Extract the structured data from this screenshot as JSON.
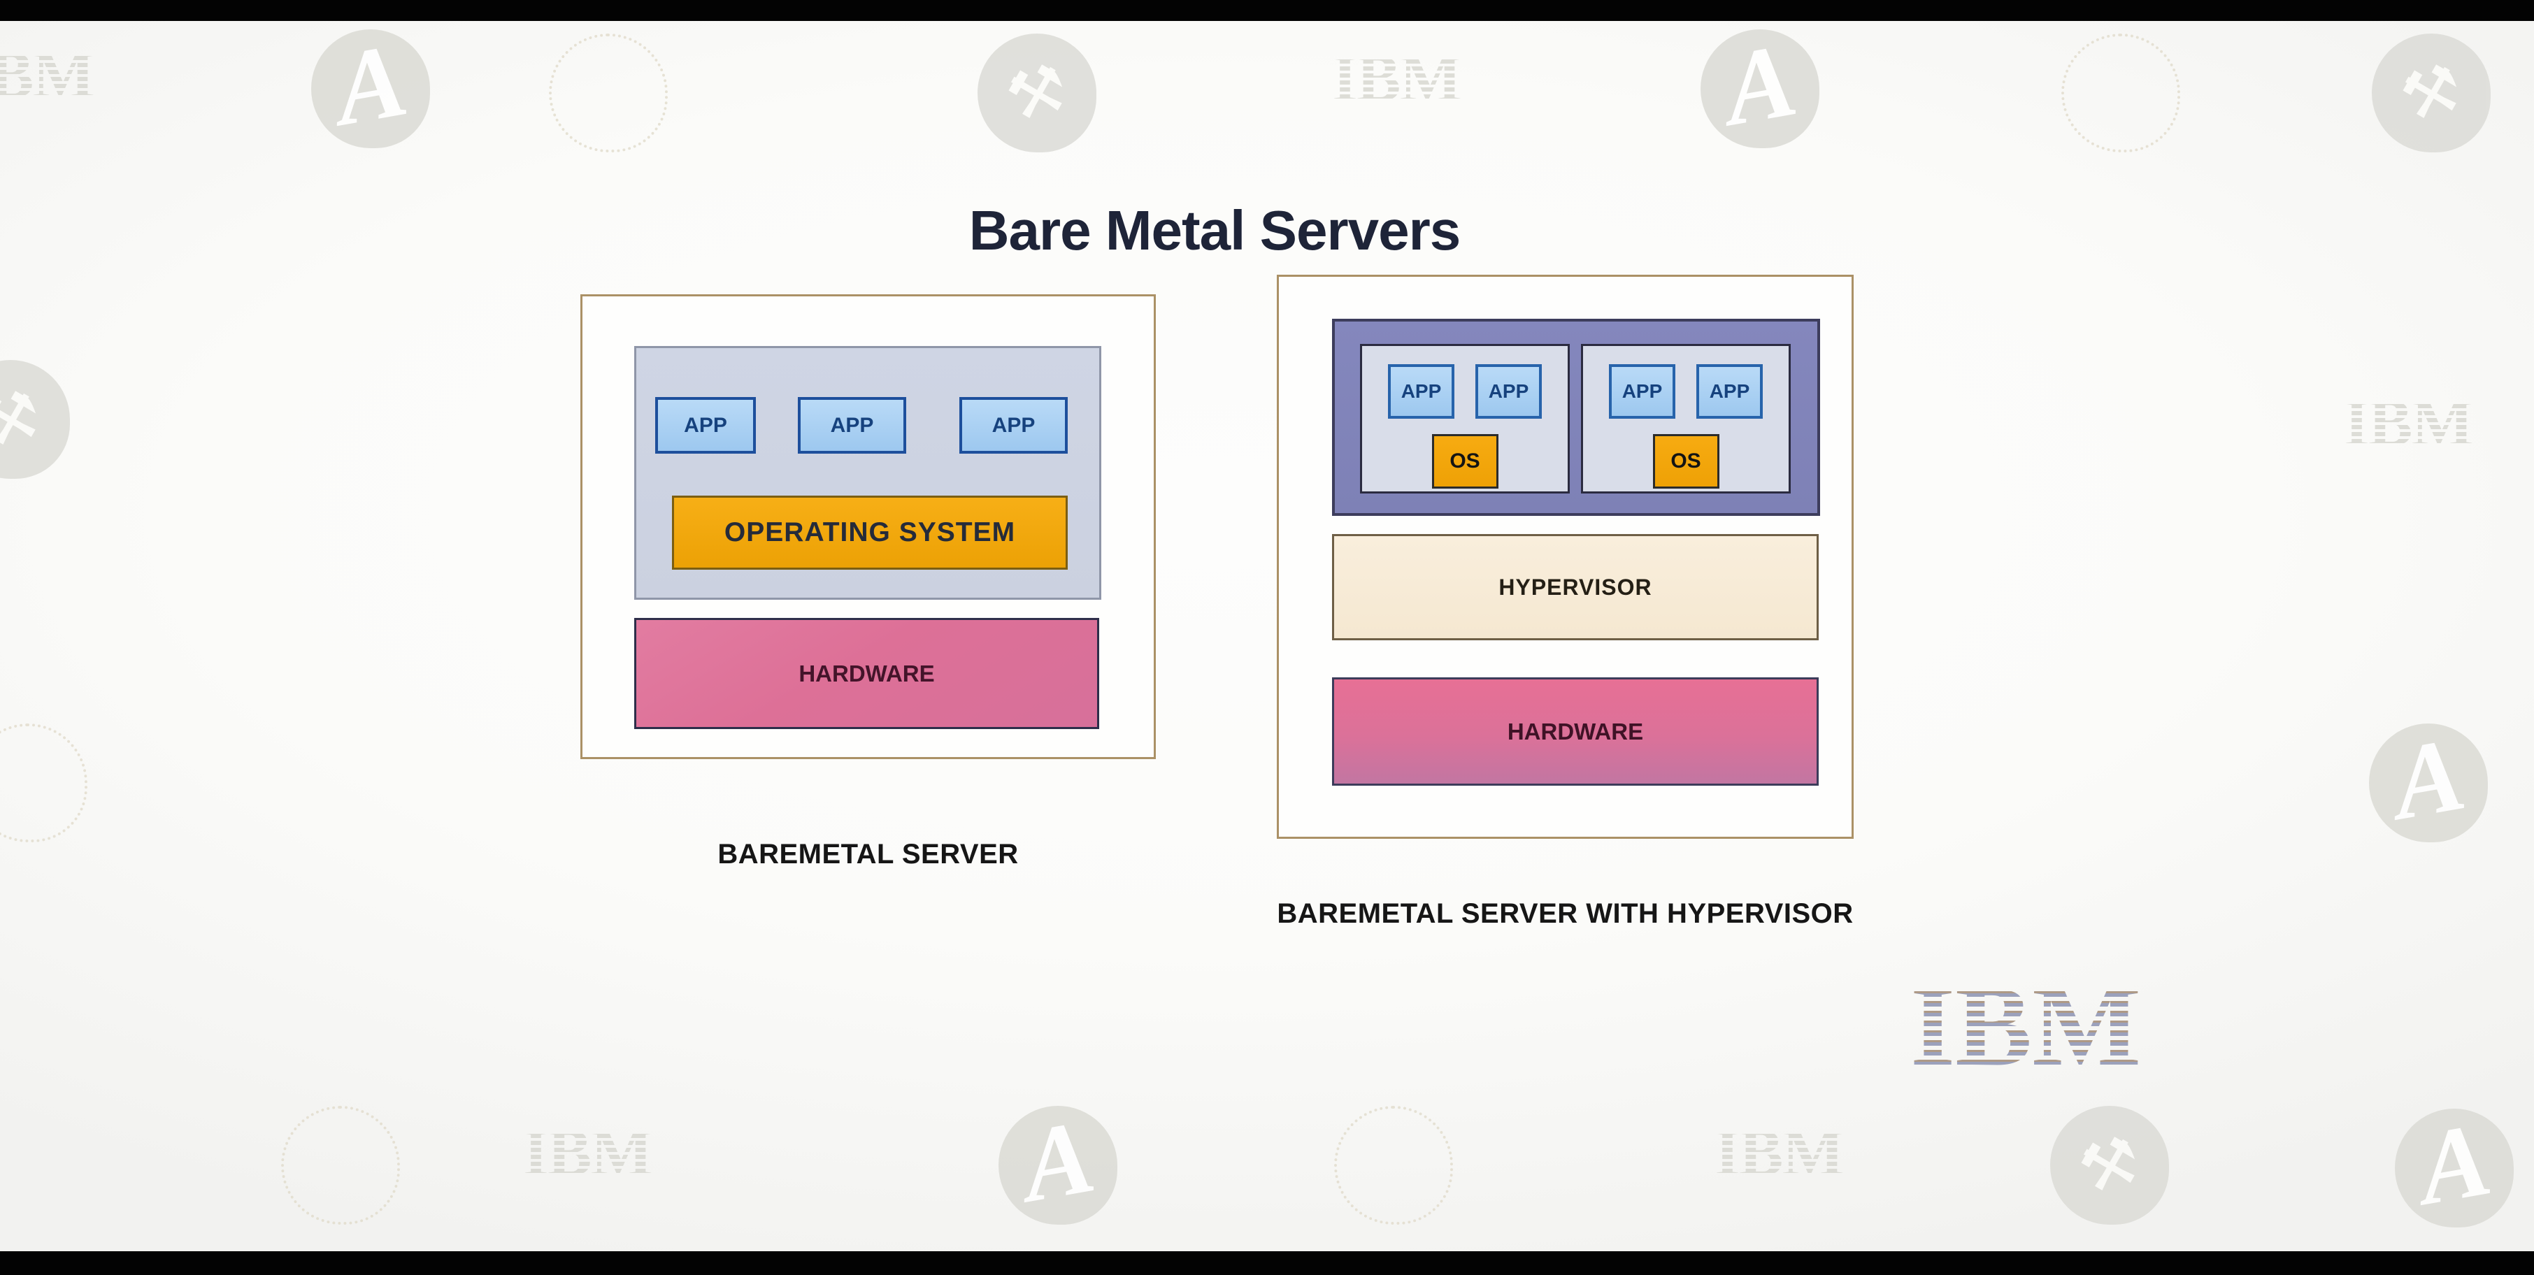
{
  "slide": {
    "title": "Bare Metal Servers"
  },
  "left_diagram": {
    "caption": "BAREMETAL SERVER",
    "apps": [
      "APP",
      "APP",
      "APP"
    ],
    "os": "OPERATING SYSTEM",
    "hardware": "HARDWARE"
  },
  "right_diagram": {
    "caption": "BAREMETAL SERVER WITH HYPERVISOR",
    "vms": [
      {
        "apps": [
          "APP",
          "APP"
        ],
        "os": "OS"
      },
      {
        "apps": [
          "APP",
          "APP"
        ],
        "os": "OS"
      }
    ],
    "hypervisor": "HYPERVISOR",
    "hardware": "HARDWARE"
  },
  "branding": {
    "ibm_logo_text": "IBM",
    "watermark_ibm_text": "IBM",
    "watermark_a_text": "A"
  },
  "icons": {
    "hammer": "⚒"
  },
  "colors": {
    "title_text": "#1e2438",
    "app_fill": "#a8cdf0",
    "app_border": "#1d4f9c",
    "os_fill": "#f2a60d",
    "hardware_fill": "#dd7098",
    "hypervisor_fill": "#f8ecd9",
    "vm_panel_fill": "#d9dde9",
    "hypervisor_panel_fill": "#8184ba",
    "outer_border": "#ab9166",
    "letterbox": "#030303"
  }
}
